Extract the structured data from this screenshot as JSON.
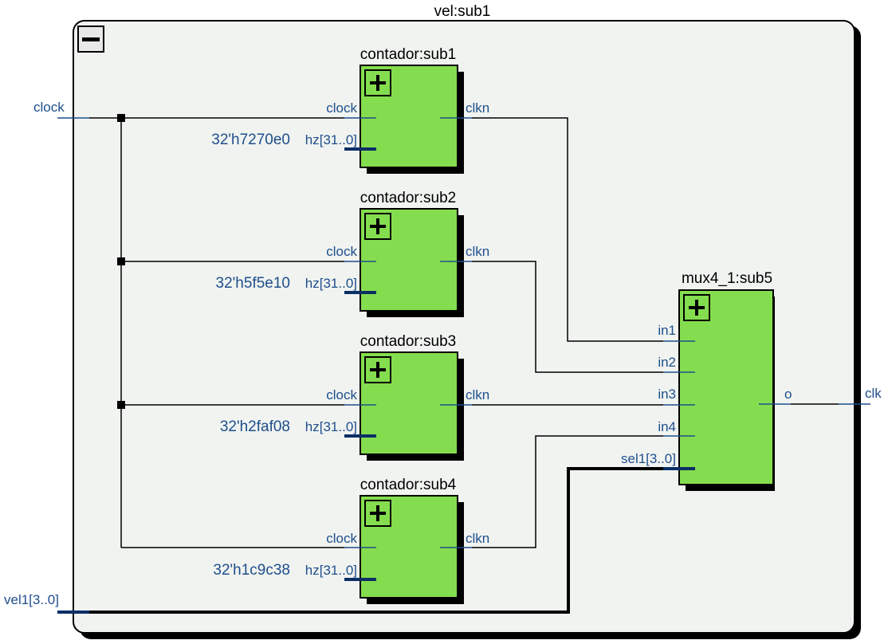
{
  "top_module": {
    "title": "vel:sub1",
    "collapse_icon": "minus-icon"
  },
  "inputs": {
    "clock": "clock",
    "vel": "vel1[3..0]"
  },
  "outputs": {
    "clk": "clk"
  },
  "counters": [
    {
      "title": "contador:sub1",
      "in_clock": "clock",
      "out": "clkn",
      "hz": "hz[31..0]",
      "const": "32'h7270e0"
    },
    {
      "title": "contador:sub2",
      "in_clock": "clock",
      "out": "clkn",
      "hz": "hz[31..0]",
      "const": "32'h5f5e10"
    },
    {
      "title": "contador:sub3",
      "in_clock": "clock",
      "out": "clkn",
      "hz": "hz[31..0]",
      "const": "32'h2faf08"
    },
    {
      "title": "contador:sub4",
      "in_clock": "clock",
      "out": "clkn",
      "hz": "hz[31..0]",
      "const": "32'h1c9c38"
    }
  ],
  "mux": {
    "title": "mux4_1:sub5",
    "ports": [
      "in1",
      "in2",
      "in3",
      "in4",
      "sel1[3..0]"
    ],
    "out": "o"
  },
  "colors": {
    "block_fill": "#84dd4e",
    "container_fill": "#f0f3f0",
    "port_text": "#1f4e8c",
    "wire": "#000000"
  },
  "icons": {
    "expand": "plus-icon",
    "collapse": "minus-icon"
  }
}
